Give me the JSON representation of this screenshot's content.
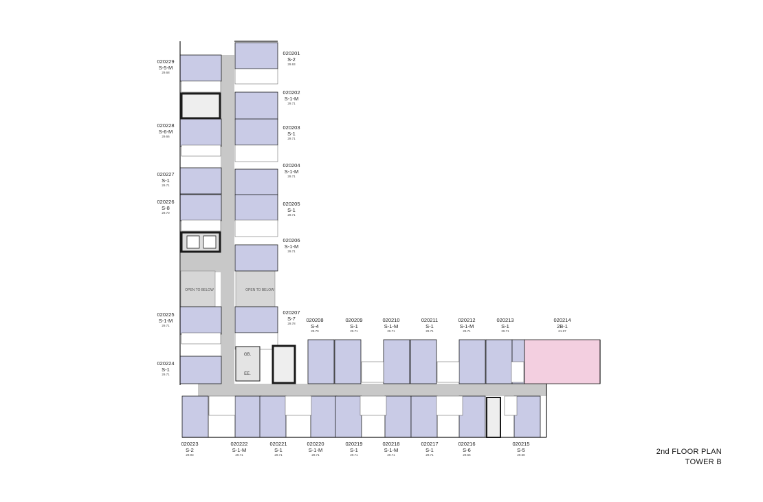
{
  "plan": {
    "title": "2nd FLOOR PLAN",
    "subtitle": "TOWER B",
    "open_to_below": "OPEN TO BELOW",
    "room_gb": "GB.",
    "room_ee": "EE.",
    "colors": {
      "unit_fill": "#c9cbe6",
      "special_fill": "#f3cfe0",
      "corridor": "#c8c8c8",
      "wall": "#1a1a1a",
      "bathroom": "#ffffff"
    }
  },
  "units": [
    {
      "code": "020201",
      "type": "S-2",
      "area": "29.93"
    },
    {
      "code": "020202",
      "type": "S-1-M",
      "area": "29.71"
    },
    {
      "code": "020203",
      "type": "S-1",
      "area": "29.71"
    },
    {
      "code": "020204",
      "type": "S-1-M",
      "area": "29.71"
    },
    {
      "code": "020205",
      "type": "S-1",
      "area": "29.71"
    },
    {
      "code": "020206",
      "type": "S-1-M",
      "area": "29.71"
    },
    {
      "code": "020207",
      "type": "S-7",
      "area": "29.78"
    },
    {
      "code": "020208",
      "type": "S-4",
      "area": "29.70"
    },
    {
      "code": "020209",
      "type": "S-1",
      "area": "29.71"
    },
    {
      "code": "020210",
      "type": "S-1-M",
      "area": "29.71"
    },
    {
      "code": "020211",
      "type": "S-1",
      "area": "29.71"
    },
    {
      "code": "020212",
      "type": "S-1-M",
      "area": "29.71"
    },
    {
      "code": "020213",
      "type": "S-1",
      "area": "29.71"
    },
    {
      "code": "020214",
      "type": "2B-1",
      "area": "61.97"
    },
    {
      "code": "020215",
      "type": "S-5",
      "area": "29.68"
    },
    {
      "code": "020216",
      "type": "S-6",
      "area": "29.65"
    },
    {
      "code": "020217",
      "type": "S-1",
      "area": "29.71"
    },
    {
      "code": "020218",
      "type": "S-1-M",
      "area": "29.71"
    },
    {
      "code": "020219",
      "type": "S-1",
      "area": "29.71"
    },
    {
      "code": "020220",
      "type": "S-1-M",
      "area": "29.71"
    },
    {
      "code": "020221",
      "type": "S-1",
      "area": "29.71"
    },
    {
      "code": "020222",
      "type": "S-1-M",
      "area": "29.71"
    },
    {
      "code": "020223",
      "type": "S-2",
      "area": "29.93"
    },
    {
      "code": "020224",
      "type": "S-1",
      "area": "29.71"
    },
    {
      "code": "020225",
      "type": "S-1-M",
      "area": "29.71"
    },
    {
      "code": "020226",
      "type": "S-8",
      "area": "29.70"
    },
    {
      "code": "020227",
      "type": "S-1",
      "area": "29.71"
    },
    {
      "code": "020228",
      "type": "S-6-M",
      "area": "29.66"
    },
    {
      "code": "020229",
      "type": "S-5-M",
      "area": "29.68"
    }
  ]
}
